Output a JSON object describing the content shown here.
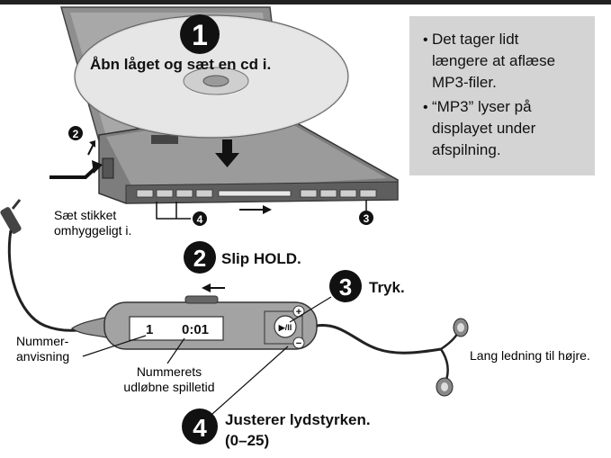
{
  "steps": {
    "step1": {
      "number": "1",
      "text": "Åbn låget og sæt en cd i."
    },
    "step2": {
      "number": "2",
      "text": "Slip HOLD."
    },
    "step3": {
      "number": "3",
      "text": "Tryk."
    },
    "step4": {
      "number": "4",
      "text": "Justerer lydstyrken.",
      "range": "(0–25)"
    }
  },
  "info_box": {
    "bullet": "•",
    "lines_a": [
      "Det tager lidt",
      "længere at aflæse",
      "MP3-filer."
    ],
    "lines_b": [
      "“MP3” lyser på",
      "displayet under",
      "afspilning."
    ]
  },
  "callouts": {
    "num2": "2",
    "num3": "3",
    "num4": "4",
    "plug": [
      "Sæt stikket",
      "omhyggeligt i."
    ],
    "track_no": [
      "Nummer-",
      "anvisning"
    ],
    "elapsed": [
      "Nummerets",
      "udløbne spilletid"
    ],
    "cord": "Lang ledning til højre."
  },
  "remote": {
    "display_track": "1",
    "display_time": "0:01",
    "plus": "+",
    "minus": "−",
    "play": "▶/II"
  }
}
